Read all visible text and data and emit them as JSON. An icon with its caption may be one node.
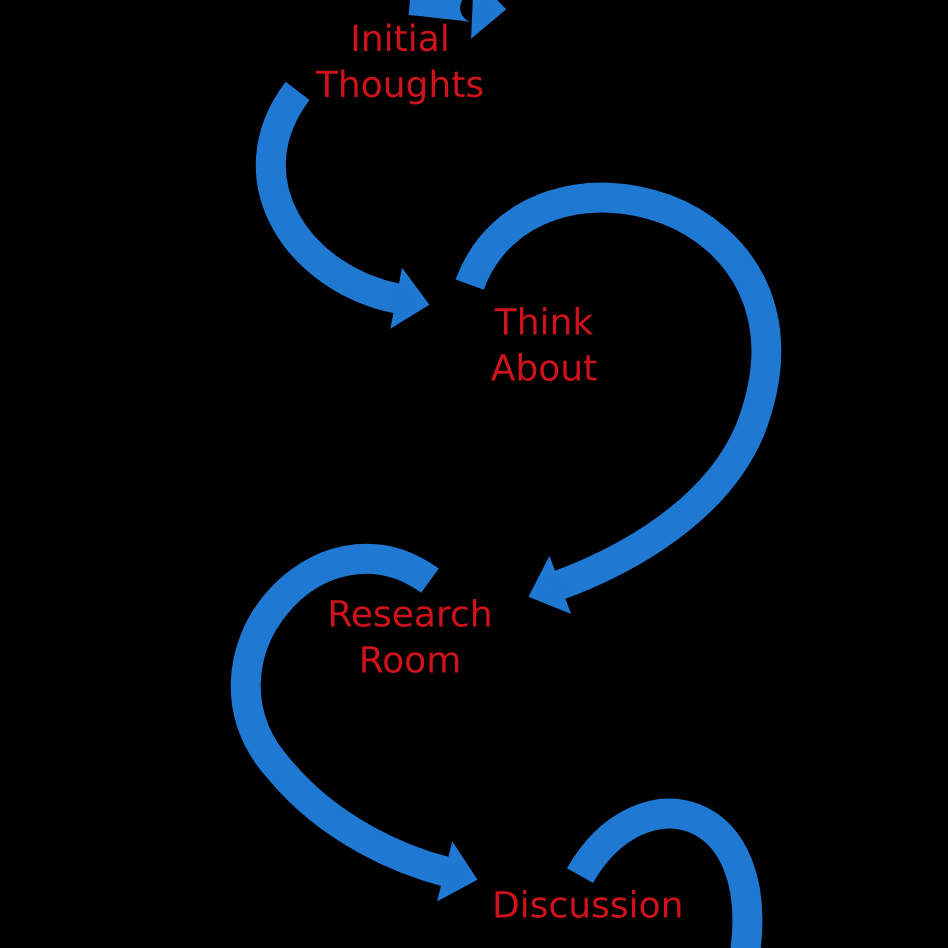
{
  "diagram": {
    "nodes": [
      {
        "text": [
          "Initial Thoughts"
        ]
      },
      {
        "text": [
          "Think About"
        ]
      },
      {
        "text": [
          "Research Room"
        ]
      },
      {
        "text": [
          "Discussion"
        ]
      }
    ],
    "edges": [
      {
        "from": null,
        "to": 0,
        "arrow": "to",
        "color": "#1f78d1"
      },
      {
        "from": 0,
        "to": 1,
        "arrow": "to",
        "color": "#1f78d1"
      },
      {
        "from": 1,
        "to": 2,
        "arrow": "to",
        "color": "#1f78d1"
      },
      {
        "from": 2,
        "to": 3,
        "arrow": "to",
        "color": "#1f78d1"
      },
      {
        "from": 3,
        "to": null,
        "arrow": "none",
        "color": "#1f78d1"
      }
    ]
  }
}
